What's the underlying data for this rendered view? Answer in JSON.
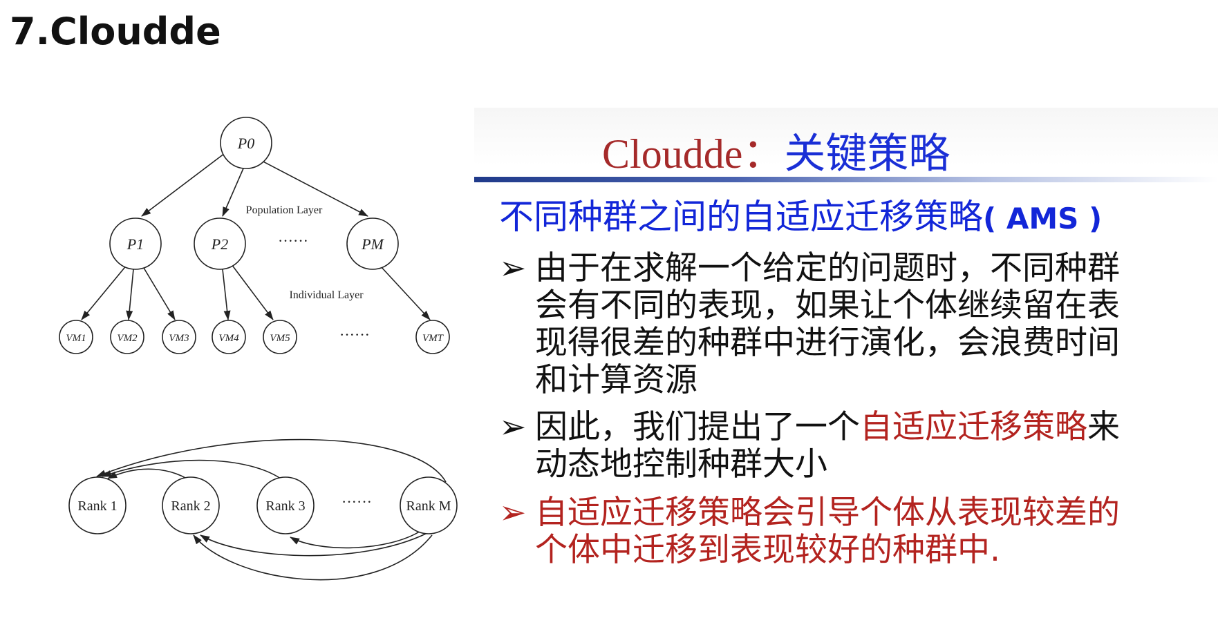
{
  "page_title": "7.Cloudde",
  "diagram": {
    "top_nodes": {
      "root": "P0",
      "p1": "P1",
      "p2": "P2",
      "pm": "PM",
      "ellipsis": "······",
      "population_layer_label": "Population Layer",
      "individual_layer_label": "Individual Layer",
      "vm_nodes": [
        "VM1",
        "VM2",
        "VM3",
        "VM4",
        "VM5",
        "VMT"
      ],
      "vm_ellipsis": "······"
    },
    "rank_nodes": {
      "items": [
        "Rank 1",
        "Rank 2",
        "Rank 3",
        "Rank M"
      ],
      "ellipsis": "······"
    }
  },
  "slide": {
    "title_en": "Cloudde：",
    "title_zh": "关键策略",
    "subtitle": "不同种群之间的自适应迁移策略",
    "subtitle_tag": "( AMS )",
    "bullet_marker": "➢",
    "bullet1_lines": [
      "由于在求解一个给定的问题时，不同种群",
      "会有不同的表现，如果让个体继续留在表",
      "现得很差的种群中进行演化，会浪费时间",
      "和计算资源"
    ],
    "bullet2_prefix": "因此，我们提出了一个",
    "bullet2_highlight": "自适应迁移策略",
    "bullet2_suffix": "来",
    "bullet2_line2": "动态地控制种群大小",
    "bullet3_lines": [
      "自适应迁移策略会引导个体从表现较差的",
      "个体中迁移到表现较好的种群中."
    ]
  }
}
